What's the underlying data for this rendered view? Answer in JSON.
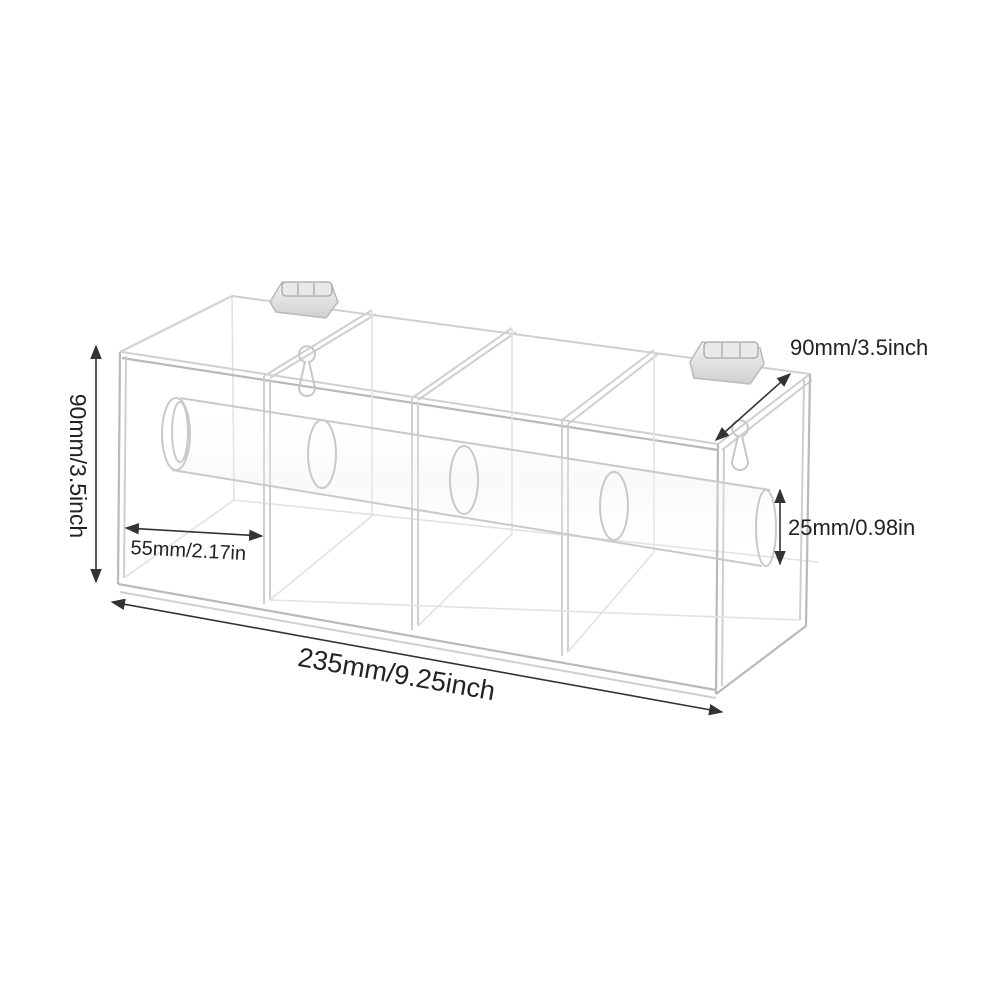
{
  "dimensions": {
    "height": "90mm/3.5inch",
    "depth": "90mm/3.5inch",
    "compartment_width": "55mm/2.17in",
    "tube_diameter": "25mm/0.98in",
    "length": "235mm/9.25inch"
  },
  "colors": {
    "background": "#ffffff",
    "acrylic_edge": "#cfcfcf",
    "dimension_line": "#333333",
    "label_text": "#222222"
  },
  "icons": {
    "hinge": "hinge-icon",
    "keyhole": "keyhole-icon",
    "arrowhead": "arrowhead-icon"
  }
}
